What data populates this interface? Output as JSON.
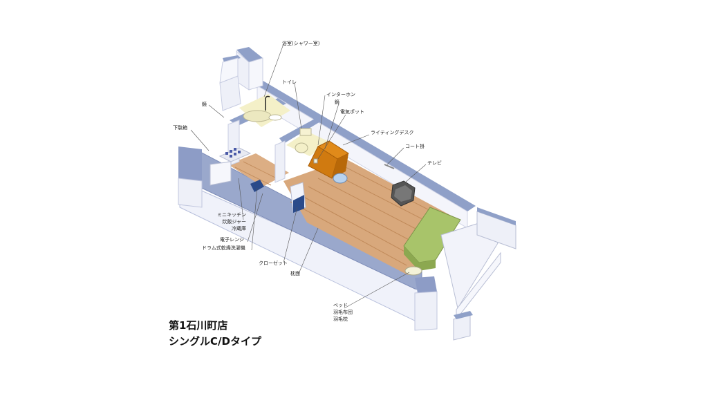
{
  "title": {
    "line1": "第1石川町店",
    "line2": "シングルC/Dタイプ"
  },
  "labels": {
    "bathroom": "浴室(シャワー室)",
    "toilet": "トイレ",
    "intercom": "インターホン",
    "mirror_right": "鏡",
    "kettle": "電気ポット",
    "mirror_left": "鏡",
    "shoe_box": "下駄箱",
    "desk": "ライティングデスク",
    "coat_hanger": "コート掛",
    "tv": "テレビ",
    "kitchen": [
      "ミニキッチン",
      "炊飯ジャー",
      "冷蔵庫"
    ],
    "microwave": "電子レンジ",
    "washer": "ドラム式乾燥洗濯機",
    "closet": "クローゼット",
    "pillow": "枕面",
    "bed": [
      "ベッド",
      "羽毛布団",
      "羽毛枕"
    ]
  },
  "colors": {
    "wall_top": "#8fa0c8",
    "wall_side": "#eef0f8",
    "floor": "#d9a77a",
    "desk": "#d07a10",
    "bed": "#a8c46a",
    "tv": "#555555"
  }
}
